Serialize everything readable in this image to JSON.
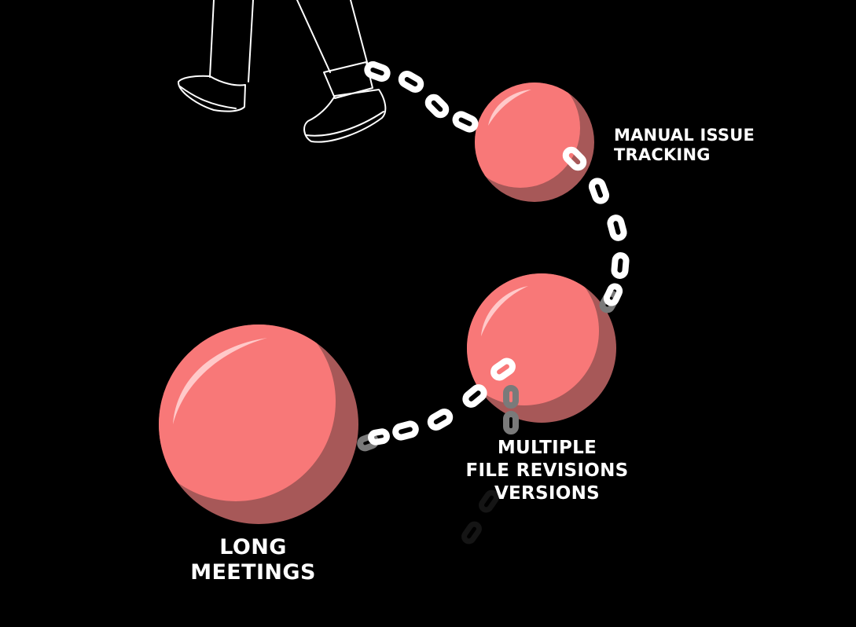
{
  "labels": {
    "manual": {
      "line1": "MANUAL ISSUE",
      "line2": "TRACKING"
    },
    "multiple": {
      "line1": "MULTIPLE",
      "line2": "FILE REVISIONS",
      "line3": "VERSIONS"
    },
    "long": {
      "line1": "LONG",
      "line2": "MEETINGS"
    }
  },
  "colors": {
    "background": "#000000",
    "ball_light": "#f87878",
    "ball_shadow": "#a75858",
    "highlight": "#ffc9c9",
    "chain": "#ffffff",
    "chain_shadow": "#7a7a7a",
    "outline": "#ffffff",
    "text": "#ffffff"
  }
}
